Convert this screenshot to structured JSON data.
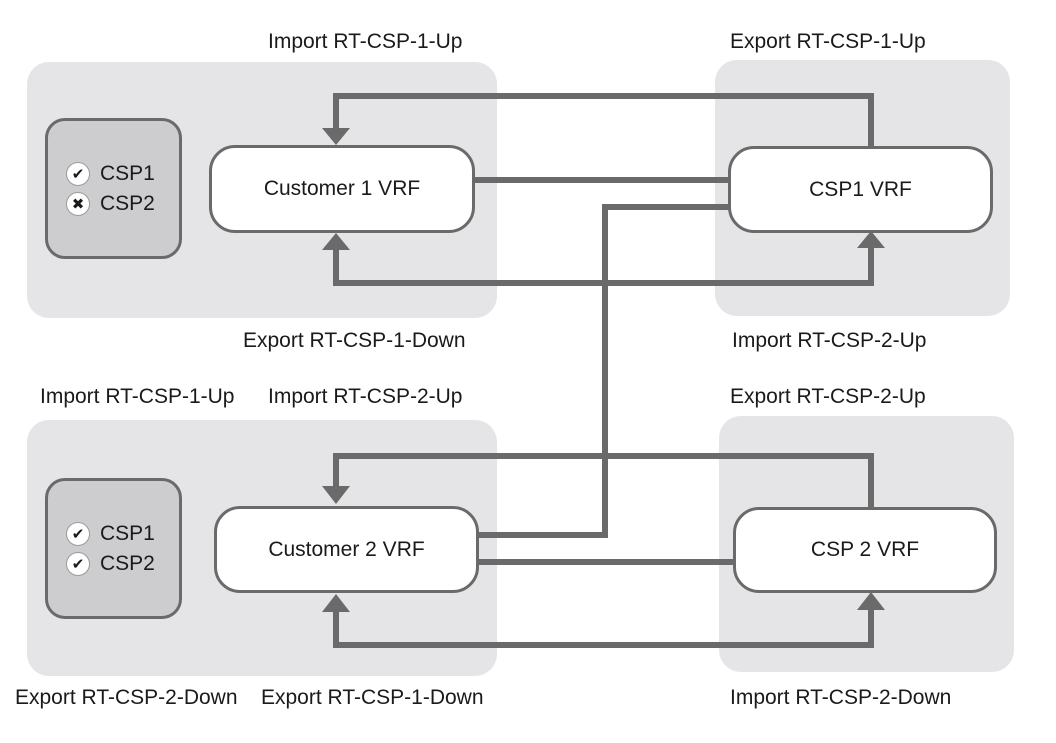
{
  "status_icons": {
    "check": "✔",
    "cross": "✖"
  },
  "top": {
    "customer_vrf": "Customer 1 VRF",
    "csp_vrf": "CSP1 VRF",
    "legend": [
      {
        "name": "CSP1",
        "status": "allowed",
        "icon": "check-icon"
      },
      {
        "name": "CSP2",
        "status": "blocked",
        "icon": "cross-icon"
      }
    ],
    "labels": {
      "customer_import": "Import RT-CSP-1-Up",
      "customer_export": "Export RT-CSP-1-Down",
      "csp_export": "Export RT-CSP-1-Up",
      "csp_import": "Import RT-CSP-2-Up"
    }
  },
  "bottom": {
    "customer_vrf": "Customer 2 VRF",
    "csp_vrf": "CSP 2 VRF",
    "legend": [
      {
        "name": "CSP1",
        "status": "allowed",
        "icon": "check-icon"
      },
      {
        "name": "CSP2",
        "status": "allowed",
        "icon": "check-icon"
      }
    ],
    "labels": {
      "customer_import_1": "Import RT-CSP-1-Up",
      "customer_import_2": "Import RT-CSP-2-Up",
      "customer_export_2": "Export RT-CSP-2-Down",
      "customer_export_1": "Export RT-CSP-1-Down",
      "csp_export": "Export RT-CSP-2-Up",
      "csp_import": "Import RT-CSP-2-Down"
    }
  },
  "colors": {
    "panel": "#e5e5e7",
    "legend_box": "#cdcdcf",
    "connector": "#6a6a6a"
  }
}
